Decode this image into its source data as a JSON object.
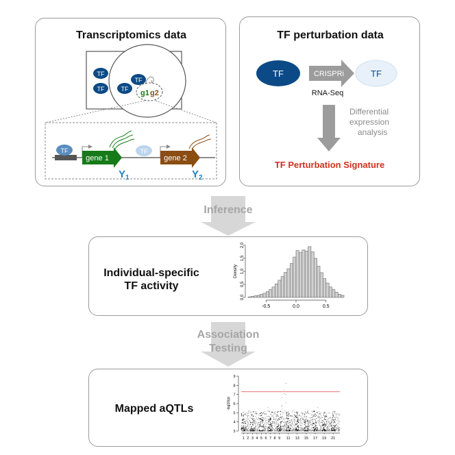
{
  "transcriptomics": {
    "title": "Transcriptomics data",
    "tf_label": "TF",
    "g1": "g1",
    "g2": "g2",
    "gene1": "gene 1",
    "gene2": "gene 2",
    "y1": "Y",
    "y1_sub": "1",
    "y2": "Y",
    "y2_sub": "2"
  },
  "perturbation": {
    "title": "TF perturbation data",
    "tf_label": "TF",
    "crispri": "CRISPRi",
    "rnaseq": "RNA-Seq",
    "de_line1": "Differential",
    "de_line2": "expression",
    "de_line3": "analysis",
    "signature": "TF Perturbation Signature"
  },
  "flow": {
    "inference": "Inference",
    "association_line1": "Association",
    "association_line2": "Testing"
  },
  "activity": {
    "title_line1": "Individual-specific",
    "title_line2": "TF activity"
  },
  "aqtl": {
    "title": "Mapped aQTLs"
  },
  "colors": {
    "tf_dark": "#0b4a86",
    "tf_light": "#e8f1fa",
    "gene1": "#177a18",
    "gene2": "#8b4d12",
    "y_blue": "#1f7fc4",
    "signature_red": "#d0301e",
    "arrow_gray": "#a6a6a6",
    "threshold_red": "#e06060"
  },
  "chart_data": [
    {
      "type": "bar",
      "chart": "histogram",
      "ylabel": "Density",
      "x_ticks": [
        -0.5,
        0.0,
        0.5
      ],
      "x_tick_labels": [
        "-0.5",
        "0.0",
        "0.5"
      ],
      "y_ticks": [
        0.0,
        0.5,
        1.0,
        1.5,
        2.0
      ],
      "y_tick_labels": [
        "0.0",
        "0.5",
        "1.0",
        "1.5",
        "2.0"
      ],
      "xlim": [
        -0.8,
        0.8
      ],
      "ylim": [
        0,
        2.0
      ],
      "bin_width": 0.05,
      "bin_start": -0.8,
      "values": [
        0.02,
        0.04,
        0.06,
        0.08,
        0.12,
        0.16,
        0.22,
        0.3,
        0.4,
        0.52,
        0.66,
        0.8,
        0.96,
        1.1,
        1.3,
        1.55,
        1.8,
        1.72,
        1.82,
        1.78,
        1.95,
        1.75,
        1.5,
        1.2,
        0.95,
        0.72,
        0.55,
        0.4,
        0.3,
        0.2,
        0.12,
        0.08
      ]
    },
    {
      "type": "scatter",
      "chart": "manhattan",
      "ylabel": "-log10(p)",
      "x_tick_labels": [
        "1",
        "2",
        "3",
        "4",
        "5",
        "6",
        "7",
        "8",
        "9",
        "11",
        "13",
        "15",
        "17",
        "19",
        "21"
      ],
      "y_ticks": [
        3,
        4,
        5,
        6,
        7,
        8,
        9
      ],
      "y_tick_labels": [
        "3",
        "4",
        "5",
        "6",
        "7",
        "8",
        "9"
      ],
      "ylim": [
        3,
        9
      ],
      "threshold": 7.3,
      "chromosomes": 22,
      "peak_chromosome": 10,
      "peak_value": 8.6
    }
  ]
}
